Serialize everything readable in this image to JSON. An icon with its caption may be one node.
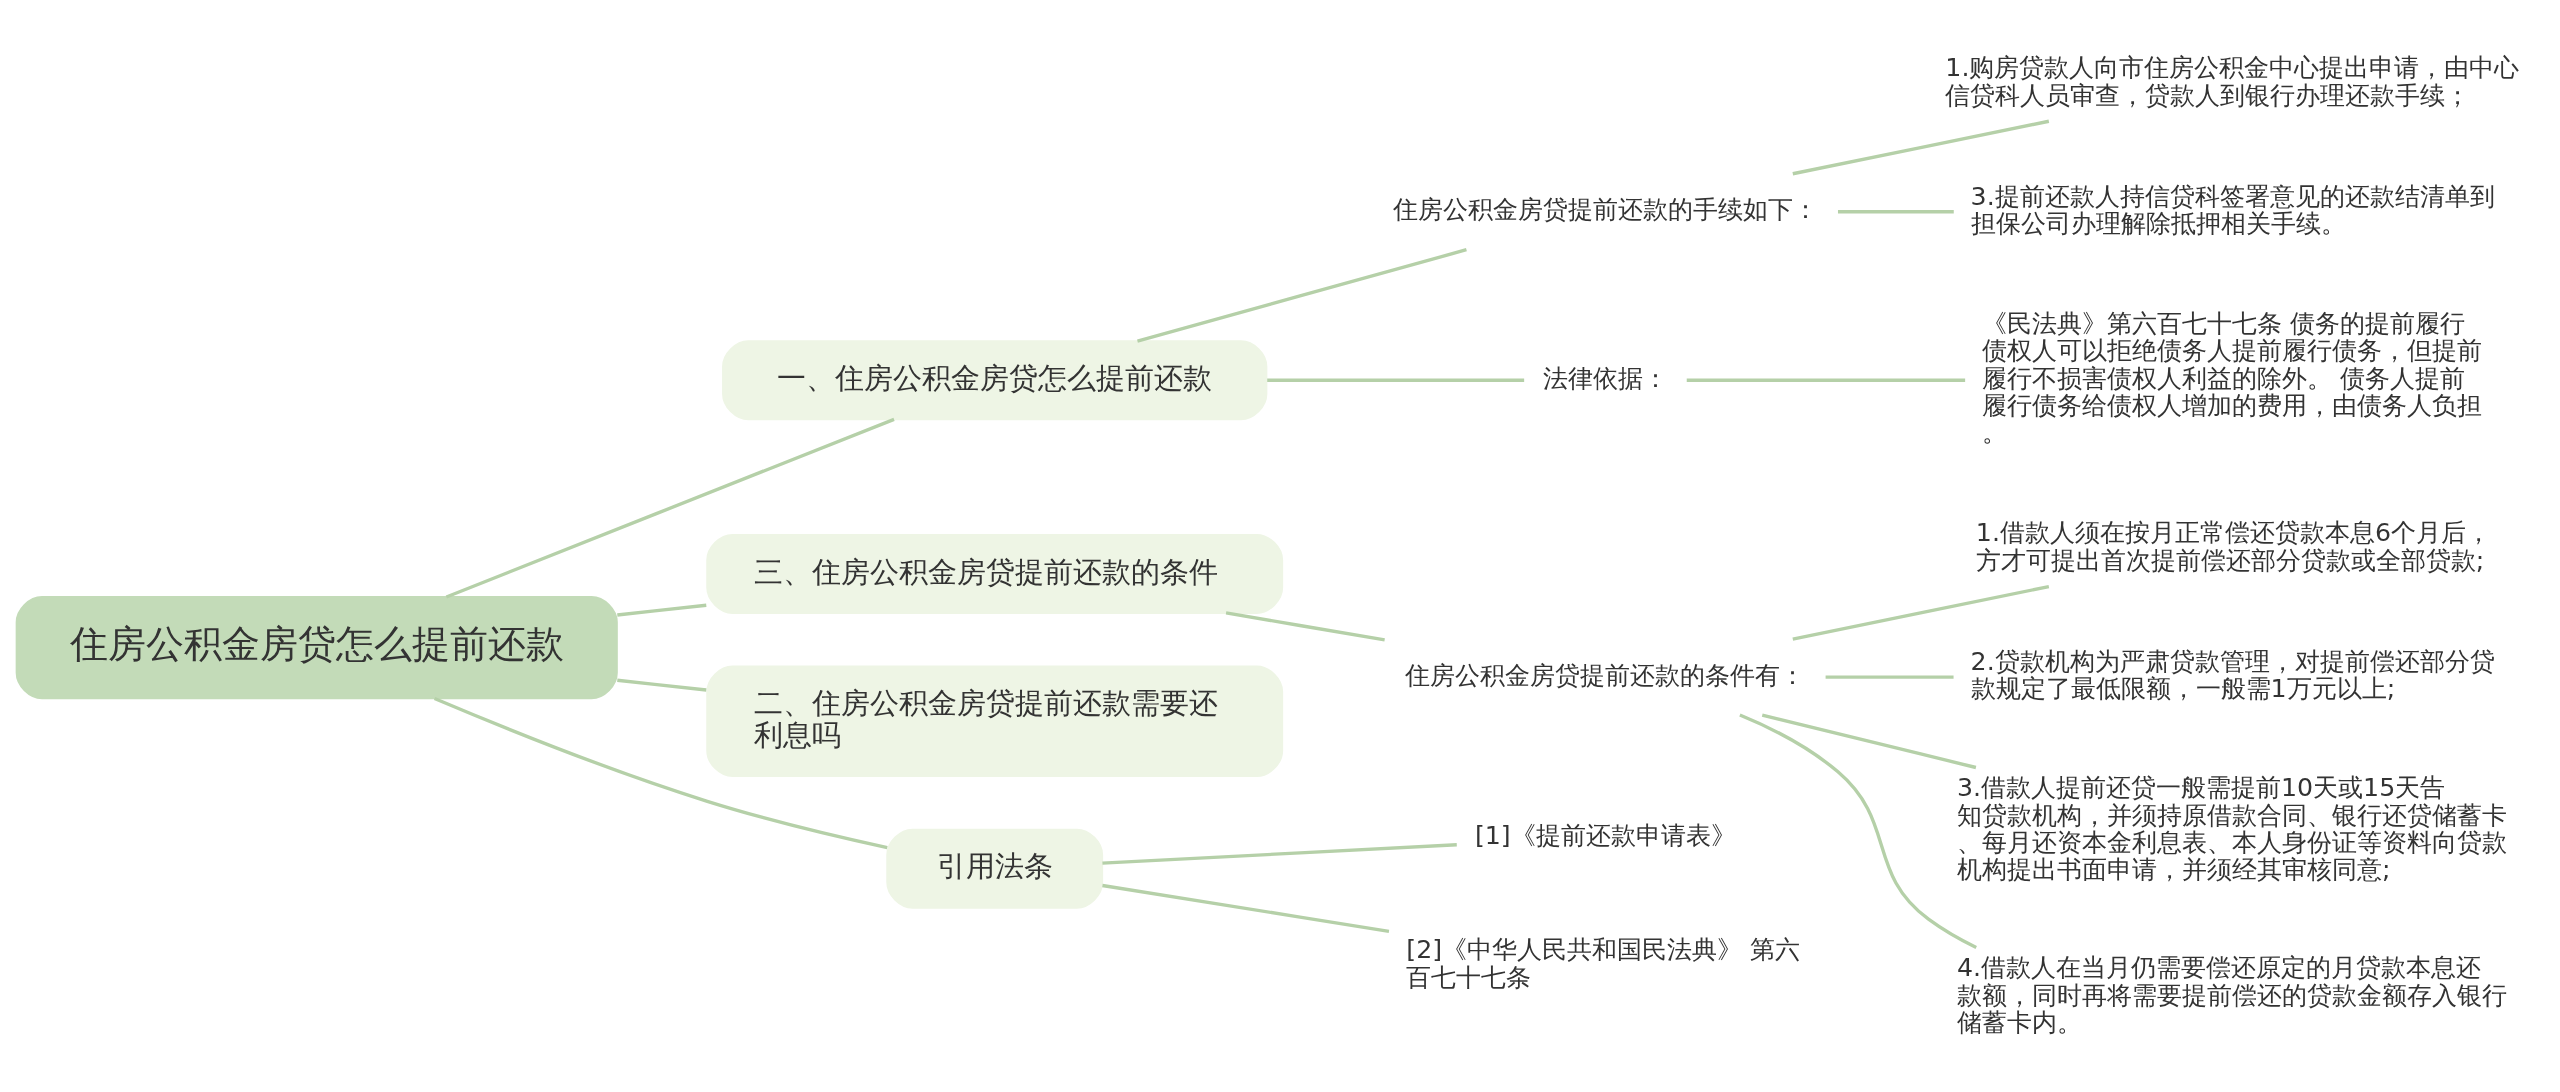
{
  "diagram": {
    "nodes": [
      {
        "text": [
          "住房公积金房贷怎么提前还款"
        ]
      },
      {
        "text": [
          "一、住房公积金房贷怎么提前还款"
        ]
      },
      {
        "text": [
          "住房公积金房贷提前还款的手续如下："
        ]
      },
      {
        "text": [
          "1.购房贷款人向市住房公积金中心提出申请，由中心信贷科人员审查，贷款人到银行办理还款手续；"
        ]
      },
      {
        "text": [
          "3.提前还款人持信贷科签署意见的还款结清单到担保公司办理解除抵押相关手续。"
        ]
      },
      {
        "text": [
          "法律依据："
        ]
      },
      {
        "text": [
          "《民法典》第六百七十七条 债务的提前履行债权人可以拒绝债务人提前履行债务，但提前履行不损害债权人利益的除外。 债务人提前履行债务给债权人增加的费用，由债务人负担。"
        ]
      },
      {
        "text": [
          "三、住房公积金房贷提前还款的条件"
        ]
      },
      {
        "text": [
          "住房公积金房贷提前还款的条件有："
        ]
      },
      {
        "text": [
          "1.借款人须在按月正常偿还贷款本息6个月后，方才可提出首次提前偿还部分贷款或全部贷款;"
        ]
      },
      {
        "text": [
          "2.贷款机构为严肃贷款管理，对提前偿还部分贷款规定了最低限额，一般需1万元以上;"
        ]
      },
      {
        "text": [
          "3.借款人提前还贷一般需提前10天或15天告知贷款机构，并须持原借款合同、银行还贷储蓄卡、每月还资本金利息表、本人身份证等资料向贷款机构提出书面申请，并须经其审核同意;"
        ]
      },
      {
        "text": [
          "4.借款人在当月仍需要偿还原定的月贷款本息还款额，同时再将需要提前偿还的贷款金额存入银行储蓄卡内。"
        ]
      },
      {
        "text": [
          "二、住房公积金房贷提前还款需要还利息吗"
        ]
      },
      {
        "text": [
          "引用法条"
        ]
      },
      {
        "text": [
          "[1]《提前还款申请表》"
        ]
      },
      {
        "text": [
          "[2]《中华人民共和国民法典》 第六百七十七条"
        ]
      }
    ],
    "edges": [
      {
        "from": 0,
        "to": 1,
        "arrow": "none"
      },
      {
        "from": 1,
        "to": 2,
        "arrow": "none"
      },
      {
        "from": 2,
        "to": 3,
        "arrow": "none"
      },
      {
        "from": 2,
        "to": 4,
        "arrow": "none"
      },
      {
        "from": 1,
        "to": 5,
        "arrow": "none"
      },
      {
        "from": 5,
        "to": 6,
        "arrow": "none"
      },
      {
        "from": 0,
        "to": 7,
        "arrow": "none"
      },
      {
        "from": 7,
        "to": 8,
        "arrow": "none"
      },
      {
        "from": 8,
        "to": 9,
        "arrow": "none"
      },
      {
        "from": 8,
        "to": 10,
        "arrow": "none"
      },
      {
        "from": 8,
        "to": 11,
        "arrow": "none"
      },
      {
        "from": 8,
        "to": 12,
        "arrow": "none"
      },
      {
        "from": 0,
        "to": 13,
        "arrow": "none"
      },
      {
        "from": 0,
        "to": 14,
        "arrow": "none"
      },
      {
        "from": 14,
        "to": 15,
        "arrow": "none"
      },
      {
        "from": 14,
        "to": 16,
        "arrow": "none"
      }
    ]
  }
}
